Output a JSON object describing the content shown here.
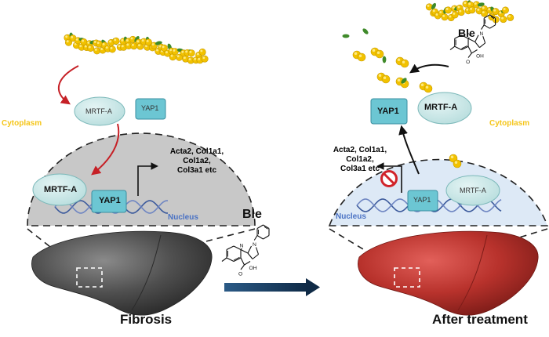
{
  "left_panel": {
    "cytoplasm_label": "Cytoplasm",
    "nucleus_label": "Nucleus",
    "mrtfa_top": "MRTF-A",
    "yap1_top": "YAP1",
    "mrtfa_nuc": "MRTF-A",
    "yap1_nuc": "YAP1",
    "genes": [
      "Acta2, Col1a1,",
      "Col1a2,",
      "Col3a1 etc"
    ],
    "caption": "Fibrosis"
  },
  "right_panel": {
    "cytoplasm_label": "Cytoplasm",
    "nucleus_label": "Nucleus",
    "ble_label": "Ble",
    "yap1_top": "YAP1",
    "mrtfa_top": "MRTF-A",
    "yap1_nuc": "YAP1",
    "mrtfa_nuc": "MRTF-A",
    "genes": [
      "Acta2, Col1a1,",
      "Col1a2,",
      "Col3a1 etc"
    ],
    "caption": "After treatment"
  },
  "center": {
    "ble_label": "Ble"
  },
  "molecule_atoms": {
    "n1": "N",
    "n2": "N",
    "oh": "OH",
    "o": "O"
  },
  "colors": {
    "fiber_yellow": "#f2c200",
    "fiber_green": "#3f8a2a",
    "cytoplasm_text": "#f5c518",
    "nucleus_text": "#4a72c4",
    "left_nucleus_fill": "#c8c8c8",
    "right_nucleus_fill": "#dde9f6",
    "liver_gray": "#4d4d4d",
    "liver_red": "#b8322c",
    "inhibit_red": "#d1232a",
    "arrow_red": "#c62026",
    "arrow_navy": "#1a3a5e"
  }
}
